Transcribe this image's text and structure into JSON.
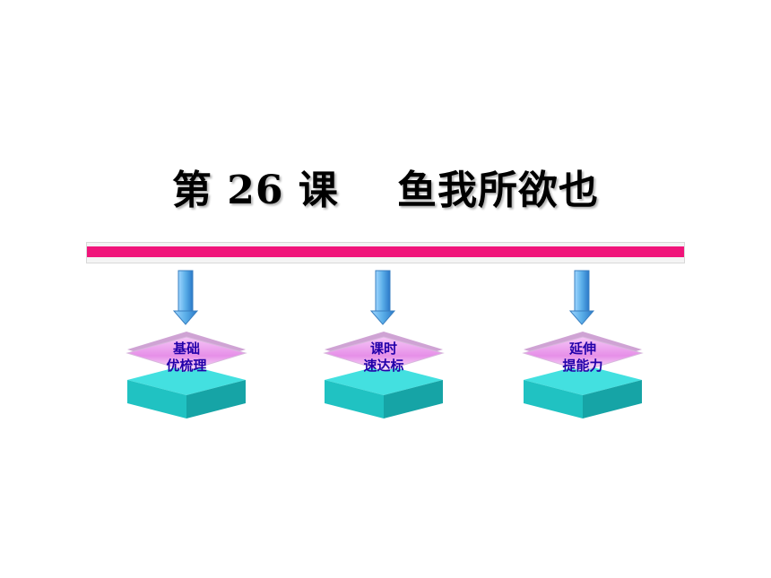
{
  "slide": {
    "title": "第 26 课    鱼我所欲也",
    "nodes": [
      {
        "line1": "基础",
        "line2": "优梳理"
      },
      {
        "line1": "课时",
        "line2": "速达标"
      },
      {
        "line1": "延伸",
        "line2": "提能力"
      }
    ]
  },
  "colors": {
    "title_text": "#000000",
    "divider_bar": "#f0147a",
    "arrow_blue": "#5aaee8",
    "top_layer_pink": "#e68fe8",
    "bottom_layer_teal": "#2ec6c6",
    "label_text": "#2200aa"
  }
}
